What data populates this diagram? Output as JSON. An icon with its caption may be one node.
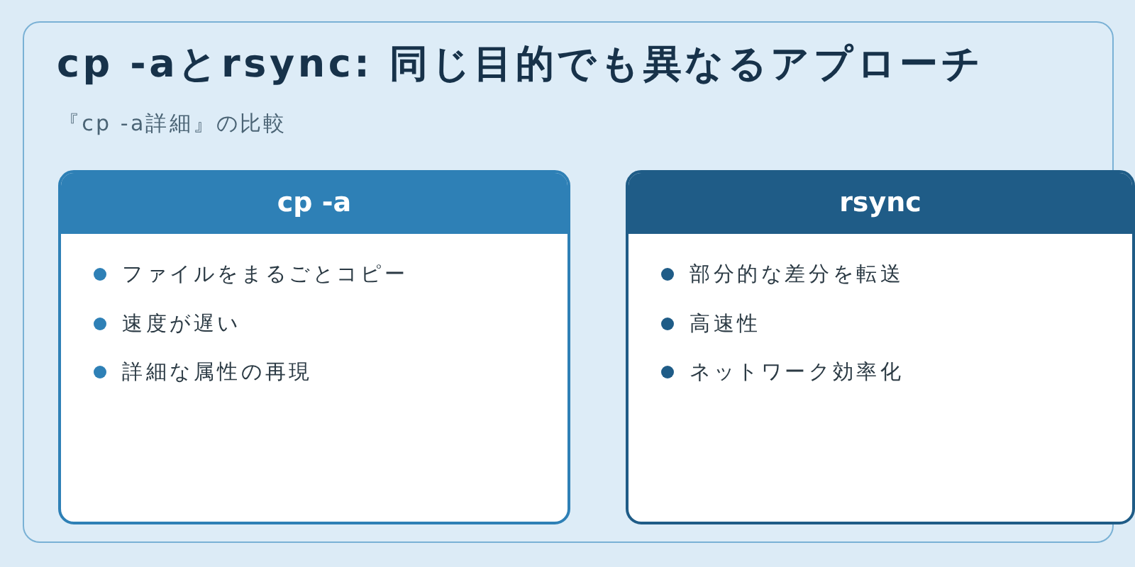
{
  "diagram": {
    "title": "cp -aとrsync: 同じ目的でも異なるアプローチ",
    "nodes": [
      {
        "text": [
          "cp -a",
          "ファイルをまるごとコピー",
          "速度が遅い",
          "詳細な属性の再現"
        ]
      },
      {
        "text": [
          "rsync",
          "部分的な差分を転送",
          "高速性",
          "ネットワーク効率化"
        ]
      }
    ],
    "labels": [
      "『cp -a詳細』の比較"
    ]
  }
}
